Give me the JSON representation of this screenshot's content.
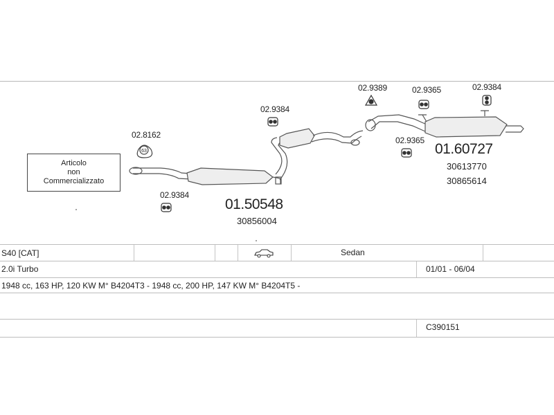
{
  "notice": {
    "line1": "Articolo",
    "line2": "non",
    "line3": "Commercializzato"
  },
  "parts": {
    "front_pipe_clamp": "02.8162",
    "front_pipe_clamp_badge": "63",
    "front_hanger": "02.9384",
    "middle_code": "01.50548",
    "middle_oe": "30856004",
    "cat_hanger": "02.9384",
    "rear_gasket": "02.9389",
    "rear_hanger_a": "02.9365",
    "rear_hanger_b": "02.9384",
    "rear_hanger_c": "02.9365",
    "rear_code": "01.60727",
    "rear_oe_1": "30613770",
    "rear_oe_2": "30865614"
  },
  "table": {
    "model": "S40  [CAT]",
    "body": "Sedan",
    "engine": "2.0i Turbo",
    "years": "01/01 - 06/04",
    "specs": "1948 cc, 163 HP, 120 KW M° B4204T3 - 1948 cc, 200 HP, 147 KW M° B4204T5 -",
    "ref": "C390151"
  },
  "icons": {
    "car": "sedan-car-icon"
  }
}
